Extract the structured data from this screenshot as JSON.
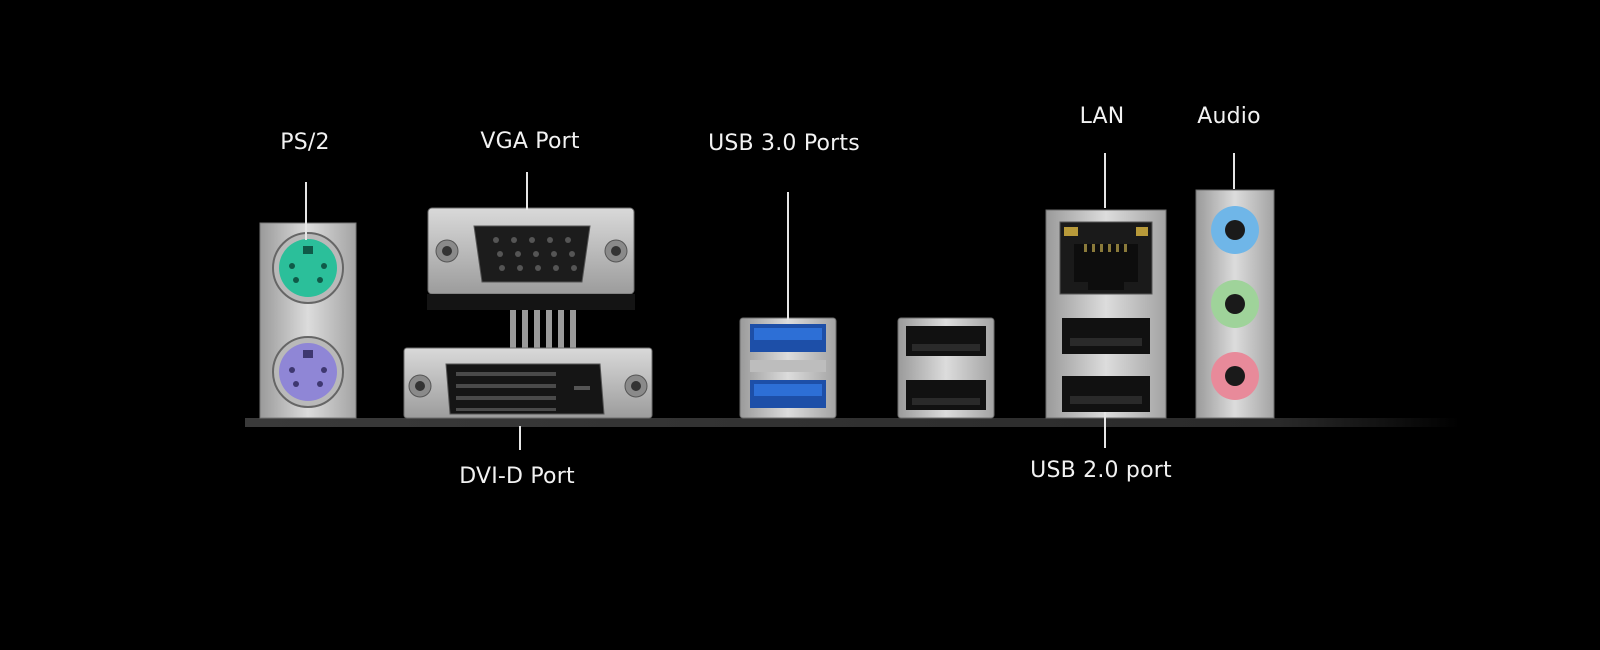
{
  "labels": {
    "ps2": "PS/2",
    "vga": "VGA Port",
    "usb3": "USB 3.0 Ports",
    "lan": "LAN",
    "audio": "Audio",
    "dvi": "DVI-D Port",
    "usb2": "USB 2.0 port"
  },
  "colors": {
    "background": "#000000",
    "label_text": "#f2f2f2",
    "metal": "#c7c7c7",
    "ps2_keyboard": "#2bbf9a",
    "ps2_mouse": "#8f86d6",
    "usb3_blue": "#2d6fd6",
    "audio_blue": "#6fb6e8",
    "audio_green": "#9fd39a",
    "audio_pink": "#e88a9a"
  }
}
